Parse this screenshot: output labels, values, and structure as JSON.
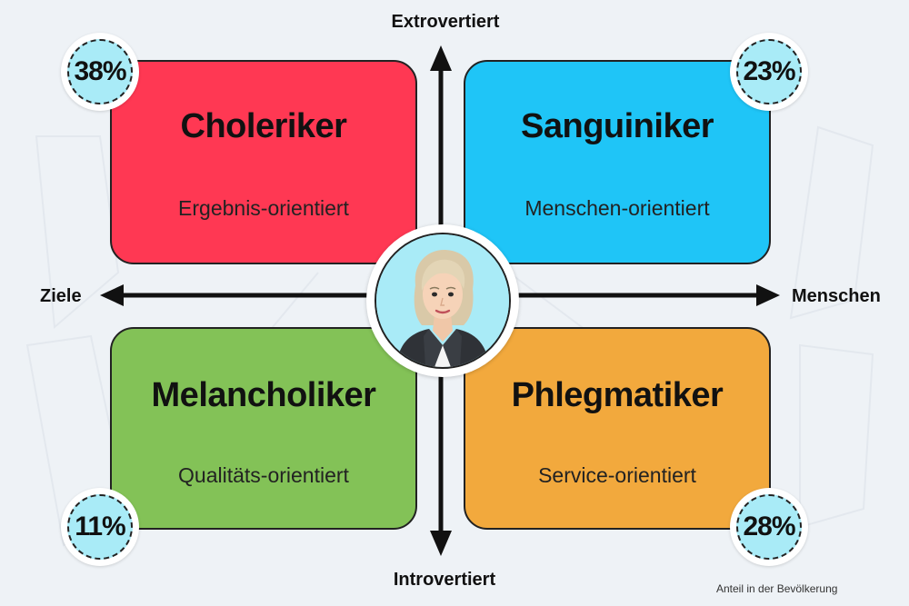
{
  "axes": {
    "top": "Extrovertiert",
    "bottom": "Introvertiert",
    "left": "Ziele",
    "right": "Menschen"
  },
  "quadrants": {
    "choleriker": {
      "name": "Choleriker",
      "description": "Ergebnis-orientiert",
      "share": "38%",
      "color": "#ff3853"
    },
    "sanguiniker": {
      "name": "Sanguiniker",
      "description": "Menschen-orientiert",
      "share": "23%",
      "color": "#1fc5f7"
    },
    "melancholiker": {
      "name": "Melancholiker",
      "description": "Qualitäts-orientiert",
      "share": "11%",
      "color": "#83c257"
    },
    "phlegmatiker": {
      "name": "Phlegmatiker",
      "description": "Service-orientiert",
      "share": "28%",
      "color": "#f2a93d"
    }
  },
  "center": {
    "icon": "businesswoman-avatar-icon"
  },
  "footnote": "Anteil in der Bevölkerung",
  "colors": {
    "badge_fill": "#a9ebf7",
    "background": "#eef2f6",
    "outline": "#222222"
  }
}
